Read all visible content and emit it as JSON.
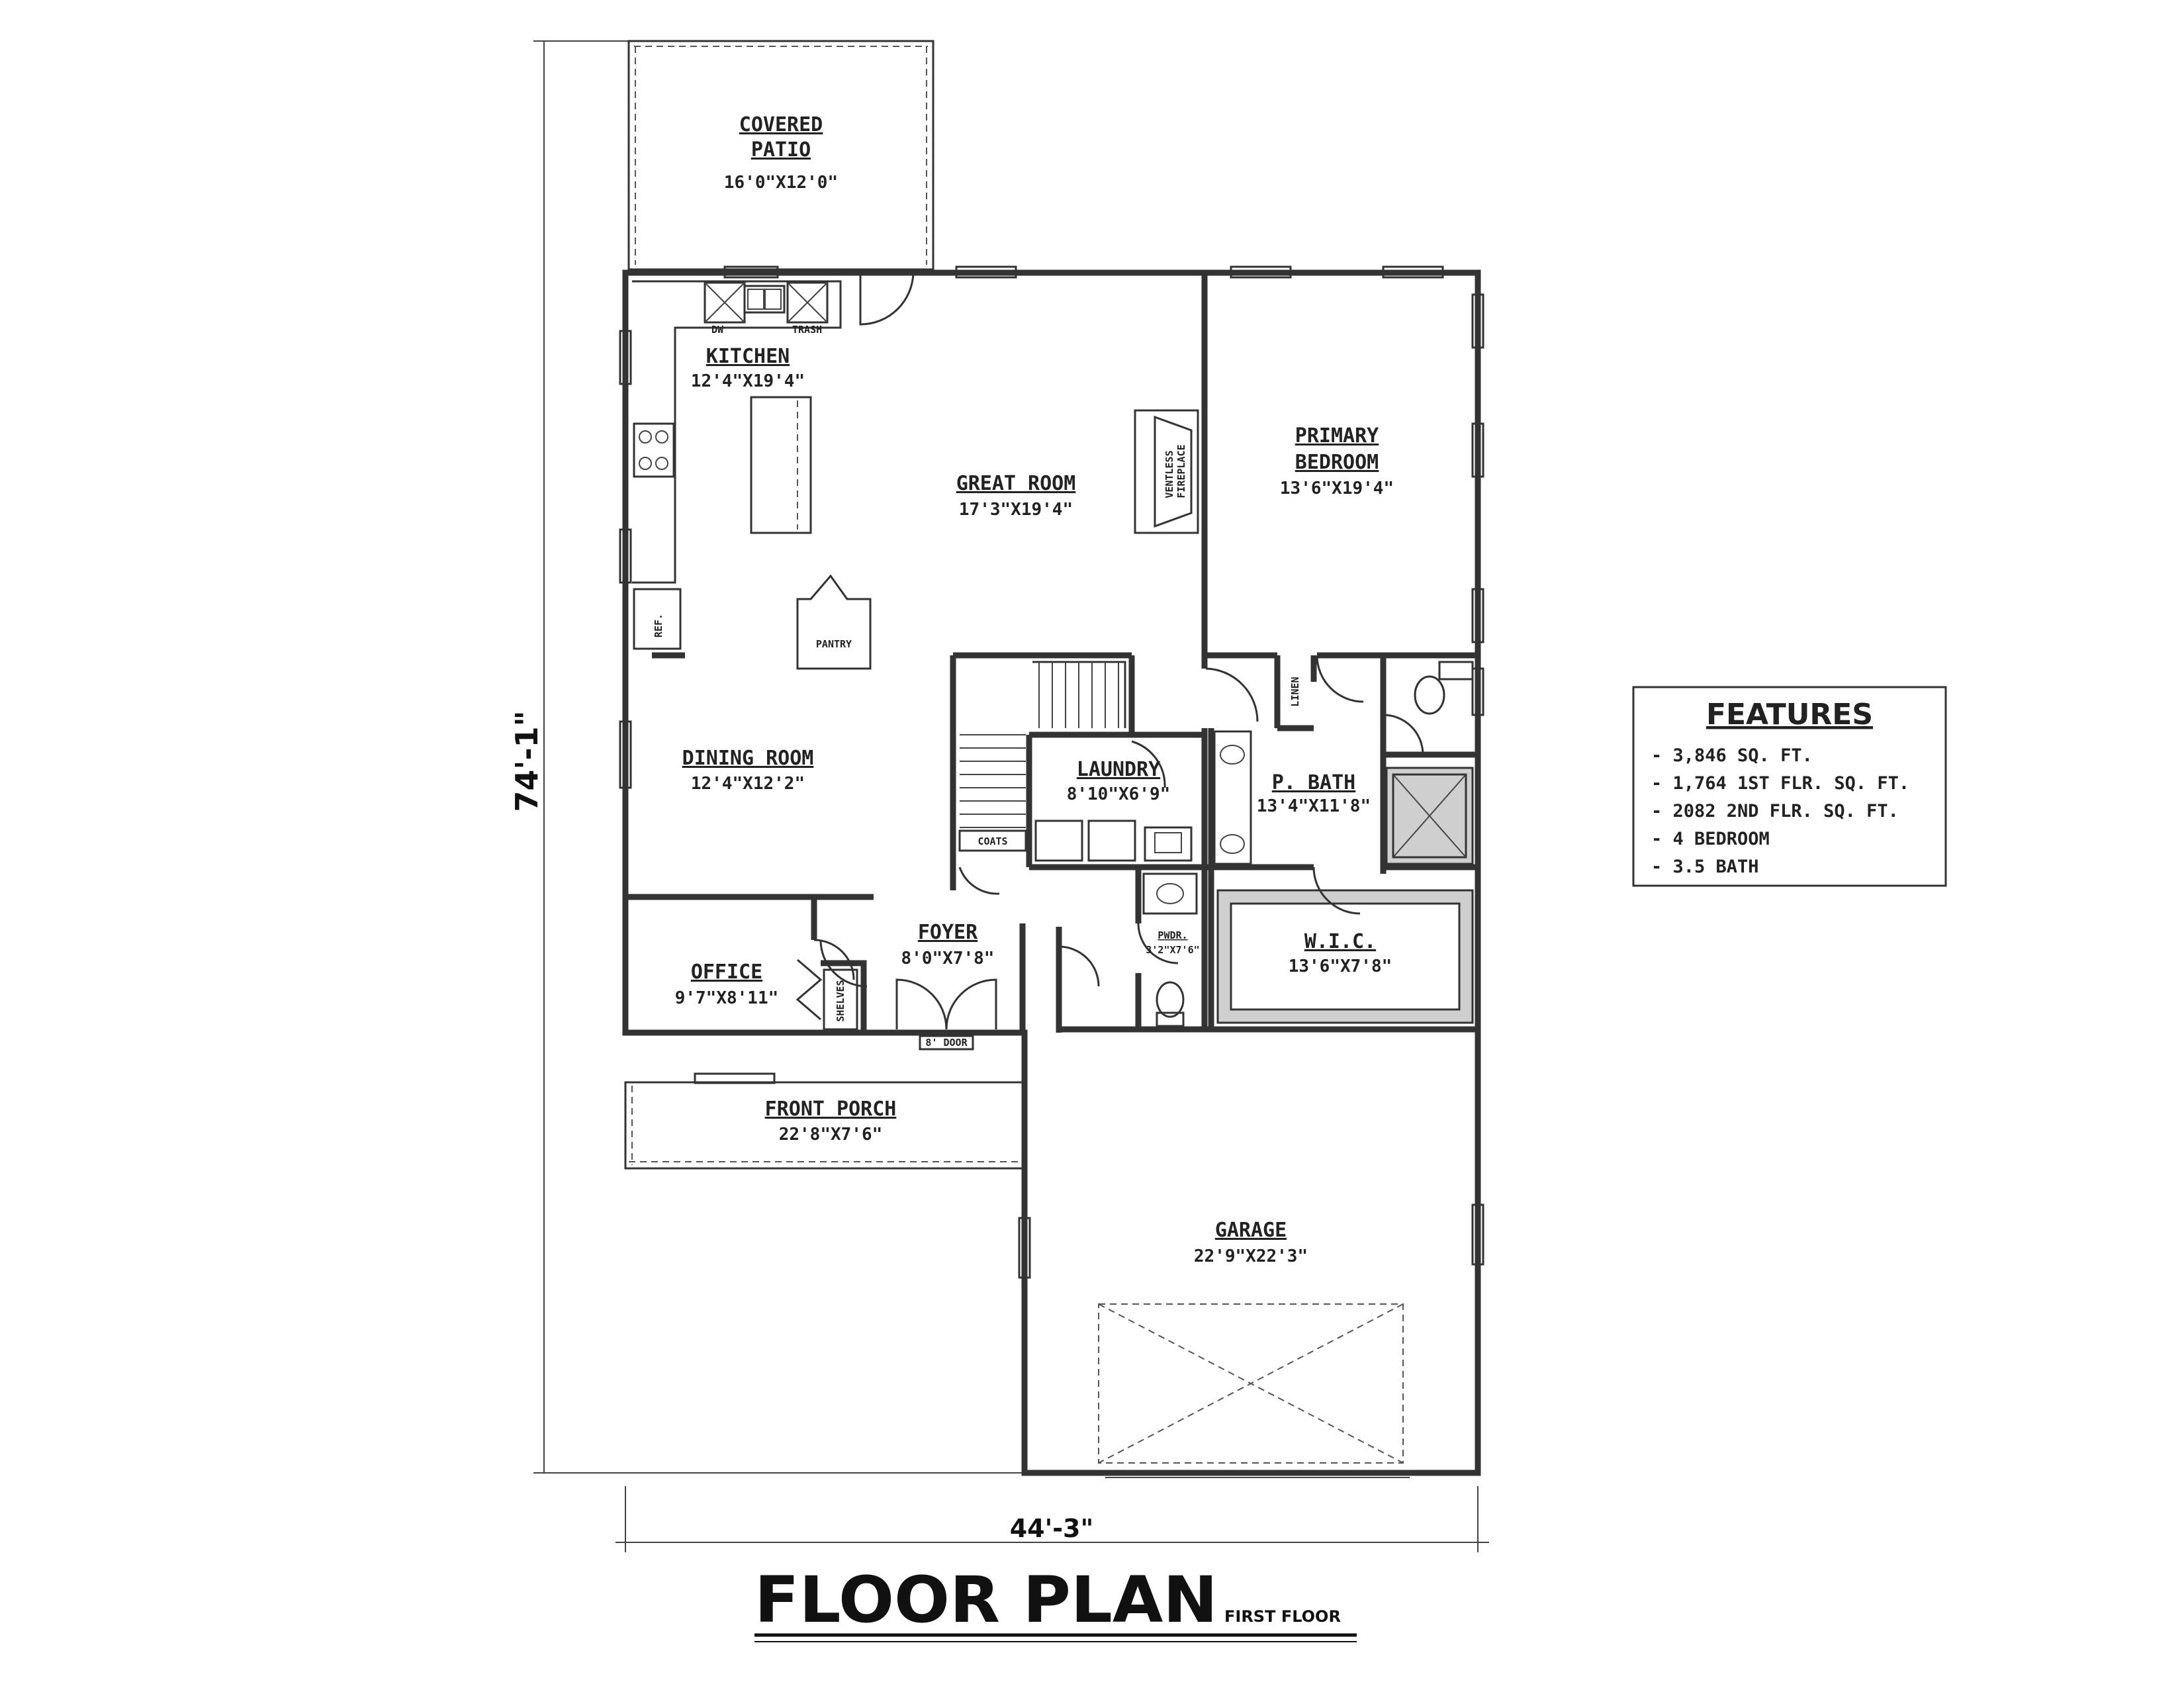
{
  "title": {
    "main": "FLOOR PLAN",
    "sub": "FIRST FLOOR"
  },
  "dimensions": {
    "overall_depth": "74'-1\"",
    "overall_width": "44'-3\""
  },
  "rooms": {
    "covered_patio": {
      "name_line1": "COVERED",
      "name_line2": "PATIO",
      "size": "16'0\"X12'0\""
    },
    "kitchen": {
      "name": "KITCHEN",
      "size": "12'4\"X19'4\""
    },
    "great_room": {
      "name": "GREAT ROOM",
      "size": "17'3\"X19'4\""
    },
    "primary_bedroom": {
      "name_line1": "PRIMARY",
      "name_line2": "BEDROOM",
      "size": "13'6\"X19'4\""
    },
    "dining_room": {
      "name": "DINING ROOM",
      "size": "12'4\"X12'2\""
    },
    "laundry": {
      "name": "LAUNDRY",
      "size": "8'10\"X6'9\""
    },
    "p_bath": {
      "name": "P. BATH",
      "size": "13'4\"X11'8\""
    },
    "foyer": {
      "name": "FOYER",
      "size": "8'0\"X7'8\""
    },
    "office": {
      "name": "OFFICE",
      "size": "9'7\"X8'11\""
    },
    "pwdr": {
      "name": "PWDR.",
      "size": "3'2\"X7'6\""
    },
    "wic": {
      "name": "W.I.C.",
      "size": "13'6\"X7'8\""
    },
    "front_porch": {
      "name": "FRONT PORCH",
      "size": "22'8\"X7'6\""
    },
    "garage": {
      "name": "GARAGE",
      "size": "22'9\"X22'3\""
    }
  },
  "fixtures": {
    "pantry": "PANTRY",
    "ref": "REF.",
    "dw": "DW",
    "trash": "TRASH",
    "linen": "LINEN",
    "coats": "COATS",
    "shelves": "SHELVES",
    "door": "8' DOOR",
    "fireplace_line1": "VENTLESS",
    "fireplace_line2": "FIREPLACE"
  },
  "features": {
    "title": "FEATURES",
    "items": [
      "- 3,846 SQ. FT.",
      "- 1,764 1ST FLR. SQ. FT.",
      "- 2082 2ND FLR. SQ. FT.",
      "- 4 BEDROOM",
      "- 3.5 BATH"
    ]
  }
}
